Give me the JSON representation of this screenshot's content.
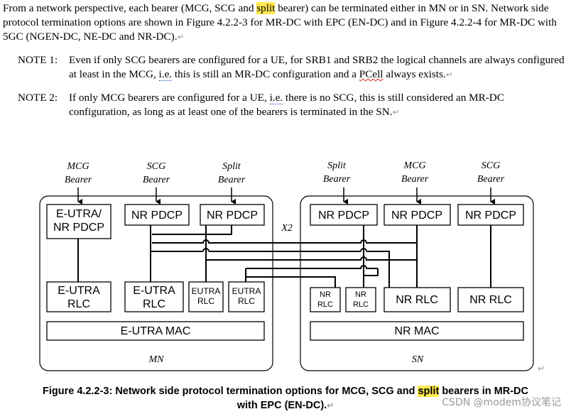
{
  "paragraph": {
    "pre": "From a network perspective, each bearer (MCG, SCG and ",
    "highlight": "split",
    "post": " bearer) can be terminated either in MN or in SN. Network side protocol termination options are shown in Figure 4.2.2-3 for MR-DC with EPC (EN-DC) and in Figure 4.2.2-4 for MR-DC with 5GC (NGEN-DC, NE-DC and NR-DC)."
  },
  "note1": {
    "label": "NOTE 1:",
    "pre": "Even if only SCG bearers are configured for a UE, for SRB1 and SRB2 the logical channels are always configured at least in the MCG, ",
    "ie": "i.e.",
    "mid": " this is still an MR-DC configuration and a ",
    "pcell": "PCell",
    "post": " always exists."
  },
  "note2": {
    "label": "NOTE 2:",
    "pre": "If only MCG bearers are configured for a UE, ",
    "ie": "i.e.",
    "post": " there is no SCG, this is still considered an MR-DC configuration, as long as at least one of the bearers is terminated in the SN."
  },
  "return_mark": "↵",
  "diagram": {
    "mn_bearers": [
      {
        "line1": "MCG",
        "line2": "Bearer"
      },
      {
        "line1": "SCG",
        "line2": "Bearer"
      },
      {
        "line1": "Split",
        "line2": "Bearer"
      }
    ],
    "sn_bearers": [
      {
        "line1": "Split",
        "line2": "Bearer"
      },
      {
        "line1": "MCG",
        "line2": "Bearer"
      },
      {
        "line1": "SCG",
        "line2": "Bearer"
      }
    ],
    "mn": {
      "pdcp": [
        "E-UTRA/",
        "NR PDCP",
        "NR PDCP",
        "NR PDCP"
      ],
      "rlc": [
        "E-UTRA",
        "RLC",
        "E-UTRA",
        "RLC",
        "EUTRA",
        "RLC",
        "EUTRA",
        "RLC"
      ],
      "mac": "E-UTRA MAC",
      "label": "MN"
    },
    "sn": {
      "pdcp": [
        "NR PDCP",
        "NR PDCP",
        "NR PDCP"
      ],
      "rlc": [
        "NR",
        "RLC",
        "NR",
        "RLC",
        "NR RLC",
        "NR RLC"
      ],
      "mac": "NR MAC",
      "label": "SN"
    },
    "x2": "X2"
  },
  "caption": {
    "pre": "Figure 4.2.2-3: Network side protocol termination options for MCG, SCG and ",
    "highlight": "split",
    "post": " bearers in MR-DC",
    "line2": "with EPC (EN-DC)."
  },
  "watermark": "CSDN @modem协议笔记"
}
